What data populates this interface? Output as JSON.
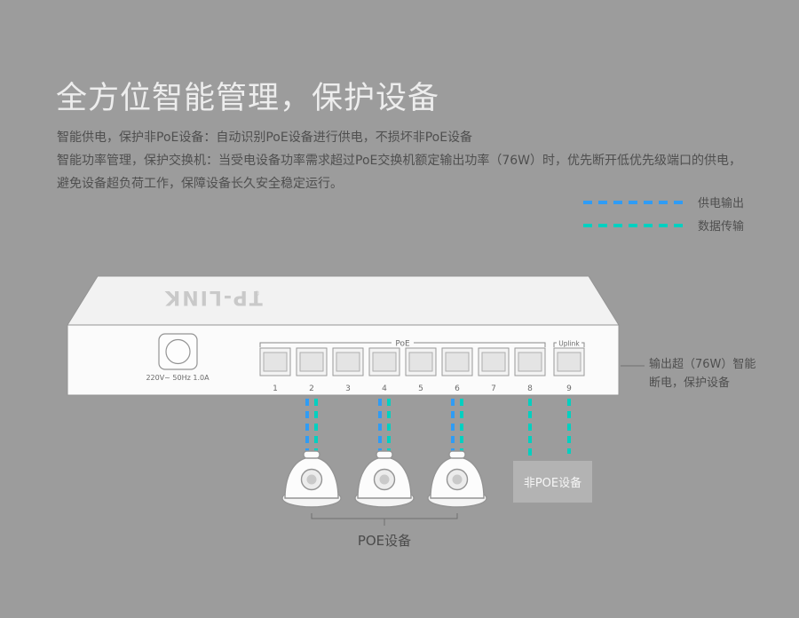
{
  "page": {
    "bg": "#9c9c9c"
  },
  "header": {
    "title": "全方位智能管理，保护设备",
    "paragraph1": "智能供电，保护非PoE设备：自动识别PoE设备进行供电，不损坏非PoE设备",
    "paragraph2": "智能功率管理，保护交换机：当受电设备功率需求超过PoE交换机额定输出功率（76W）时，优先断开低优先级端口的供电，避免设备超负荷工作，保障设备长久安全稳定运行。"
  },
  "legend": {
    "power": {
      "label": "供电输出",
      "color": "#2f9cf5"
    },
    "data": {
      "label": "数据传输",
      "color": "#00d0c0"
    }
  },
  "switch": {
    "brand": "TP-LINK",
    "brand_mark": "®",
    "power_label": "220V~ 50Hz 1.0A",
    "poe_label": "PoE",
    "uplink_label": "Uplink",
    "port_numbers": [
      "1",
      "2",
      "3",
      "4",
      "5",
      "6",
      "7",
      "8",
      "9"
    ]
  },
  "callout": {
    "line1": "输出超（76W）智能",
    "line2": "断电，保护设备"
  },
  "devices": {
    "poe_group_label": "POE设备",
    "non_poe_label": "非POE设备"
  }
}
